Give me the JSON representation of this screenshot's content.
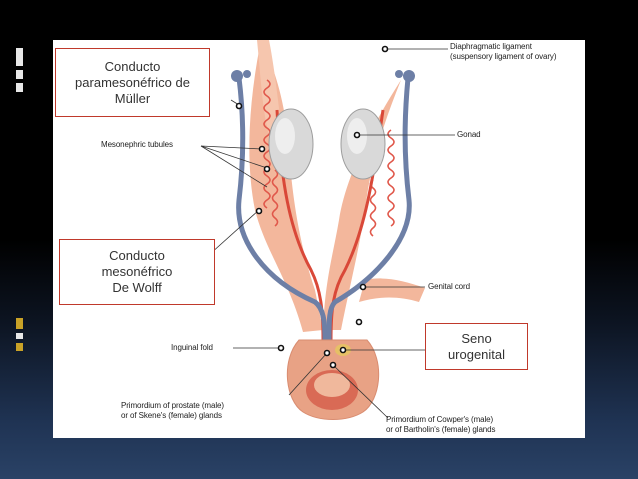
{
  "labels": {
    "diaphragmatic": "Diaphragmatic ligament",
    "suspensory": "(suspensory ligament of ovary)",
    "mesonephric_tubules": "Mesonephric tubules",
    "gonad": "Gonad",
    "genital_cord": "Genital cord",
    "inguinal_fold": "Inguinal fold",
    "prostate_1": "Primordium of prostate (male)",
    "prostate_2": "or of Skene's (female) glands",
    "cowper_1": "Primordium of Cowper's (male)",
    "cowper_2": "or of Bartholin's (female) glands"
  },
  "callouts": {
    "muller_1": "Conducto",
    "muller_2": "paramesonéfrico de",
    "muller_3": "Müller",
    "wolff_1": "Conducto",
    "wolff_2": "mesonéfrico",
    "wolff_3": "De Wolff",
    "seno_1": "Seno",
    "seno_2": "urogenital"
  },
  "colors": {
    "callout_border": "#c0392b",
    "duct_blue": "#6d7fa6",
    "duct_red": "#e0574a",
    "tissue": "#f3b79c",
    "gonad": "#d9d9d9"
  }
}
